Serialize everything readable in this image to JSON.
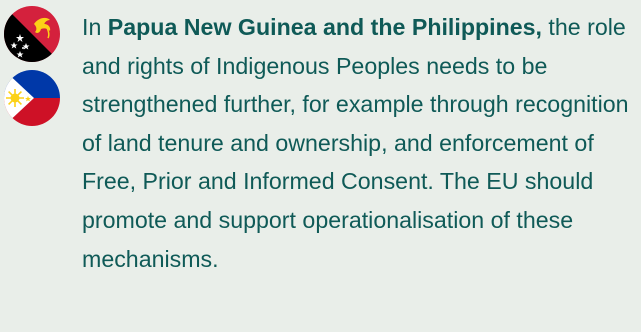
{
  "flags": [
    {
      "icon": "papua-new-guinea-flag-icon"
    },
    {
      "icon": "philippines-flag-icon"
    }
  ],
  "paragraph": {
    "intro": "In ",
    "countries": "Papua New Guinea and the Philippines,",
    "body": " the role and rights of Indigenous Peoples needs to be strengthened further, for example through recognition of land tenure and ownership, and enforcement of Free, Prior and Informed Consent. The EU should promote and support operationalisation of these mechanisms."
  },
  "colors": {
    "background": "#e9eee9",
    "text": "#0f5a57",
    "png_red": "#d4213d",
    "png_black": "#000000",
    "png_gold": "#fcd116",
    "ph_blue": "#0038a8",
    "ph_red": "#ce1126",
    "ph_yellow": "#fcd116"
  }
}
